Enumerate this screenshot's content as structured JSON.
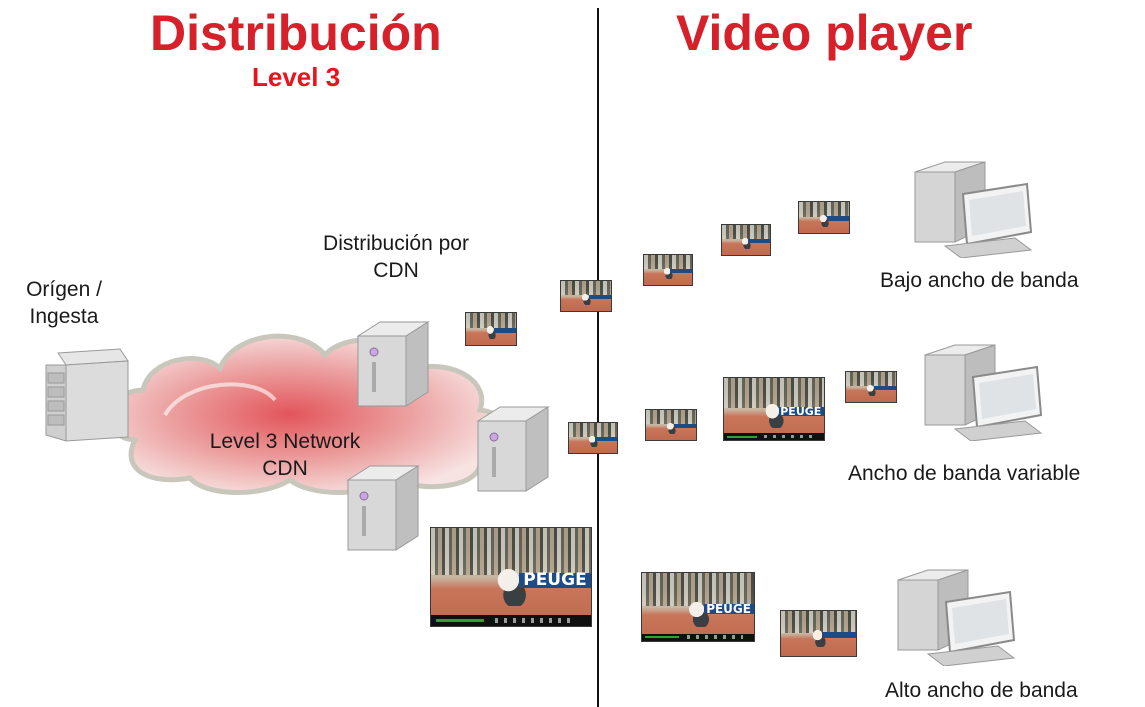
{
  "left_title": "Distribución",
  "left_subtitle": "Level 3",
  "right_title": "Video player",
  "origin_label_line1": "Orígen /",
  "origin_label_line2": "Ingesta",
  "cdn_label_line1": "Distribución por",
  "cdn_label_line2": "CDN",
  "cloud_label_line1": "Level 3  Network",
  "cloud_label_line2": "CDN",
  "clients": [
    {
      "label": "Bajo ancho de banda"
    },
    {
      "label": "Ancho de banda variable"
    },
    {
      "label": "Alto ancho de banda"
    }
  ],
  "thumbnail_brand": "PEUGE",
  "colors": {
    "title": "#d6202a",
    "subtitle": "#e8141c",
    "cloud": "#e2555a",
    "divider": "#111111"
  },
  "icons": [
    "server-icon",
    "desktop-computer-icon",
    "cloud-icon",
    "video-thumbnail"
  ]
}
